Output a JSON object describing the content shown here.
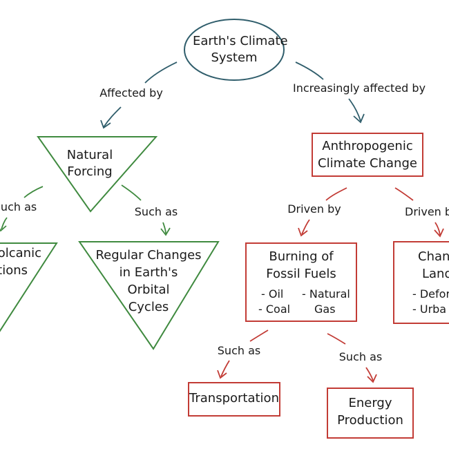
{
  "colors": {
    "ellipse": "#2f5d6b",
    "triangle": "#3f8a3f",
    "box": "#c23b35",
    "arrow_blue": "#2f5d6b",
    "arrow_green": "#3f8a3f",
    "arrow_red": "#c23b35"
  },
  "root": {
    "line1": "Earth's Climate",
    "line2": "System"
  },
  "edges": {
    "affected_by": "Affected by",
    "increasingly_affected_by": "Increasingly affected by",
    "such_as_left": "Such as",
    "such_as_orbital": "Such as",
    "driven_by_fossil": "Driven by",
    "driven_by_land": "Driven b",
    "such_as_transport": "Such as",
    "such_as_energy": "Such as"
  },
  "natural": {
    "line1": "Natural",
    "line2": "Forcing"
  },
  "volcanic": {
    "line1": "Volcanic",
    "line2": "tions"
  },
  "orbital": {
    "line1": "Regular Changes",
    "line2": "in Earth's",
    "line3": "Orbital",
    "line4": "Cycles"
  },
  "anthro": {
    "line1": "Anthropogenic",
    "line2": "Climate Change"
  },
  "fossil": {
    "line1": "Burning of",
    "line2": "Fossil Fuels",
    "item_oil": "- Oil",
    "item_coal": "- Coal",
    "item_natural": "- Natural",
    "item_gas": "Gas"
  },
  "land": {
    "line1": "Chang",
    "line2": "Land",
    "item1": "- Defor",
    "item2": "- Urba"
  },
  "transport": {
    "label": "Transportation"
  },
  "energy": {
    "line1": "Energy",
    "line2": "Production"
  }
}
